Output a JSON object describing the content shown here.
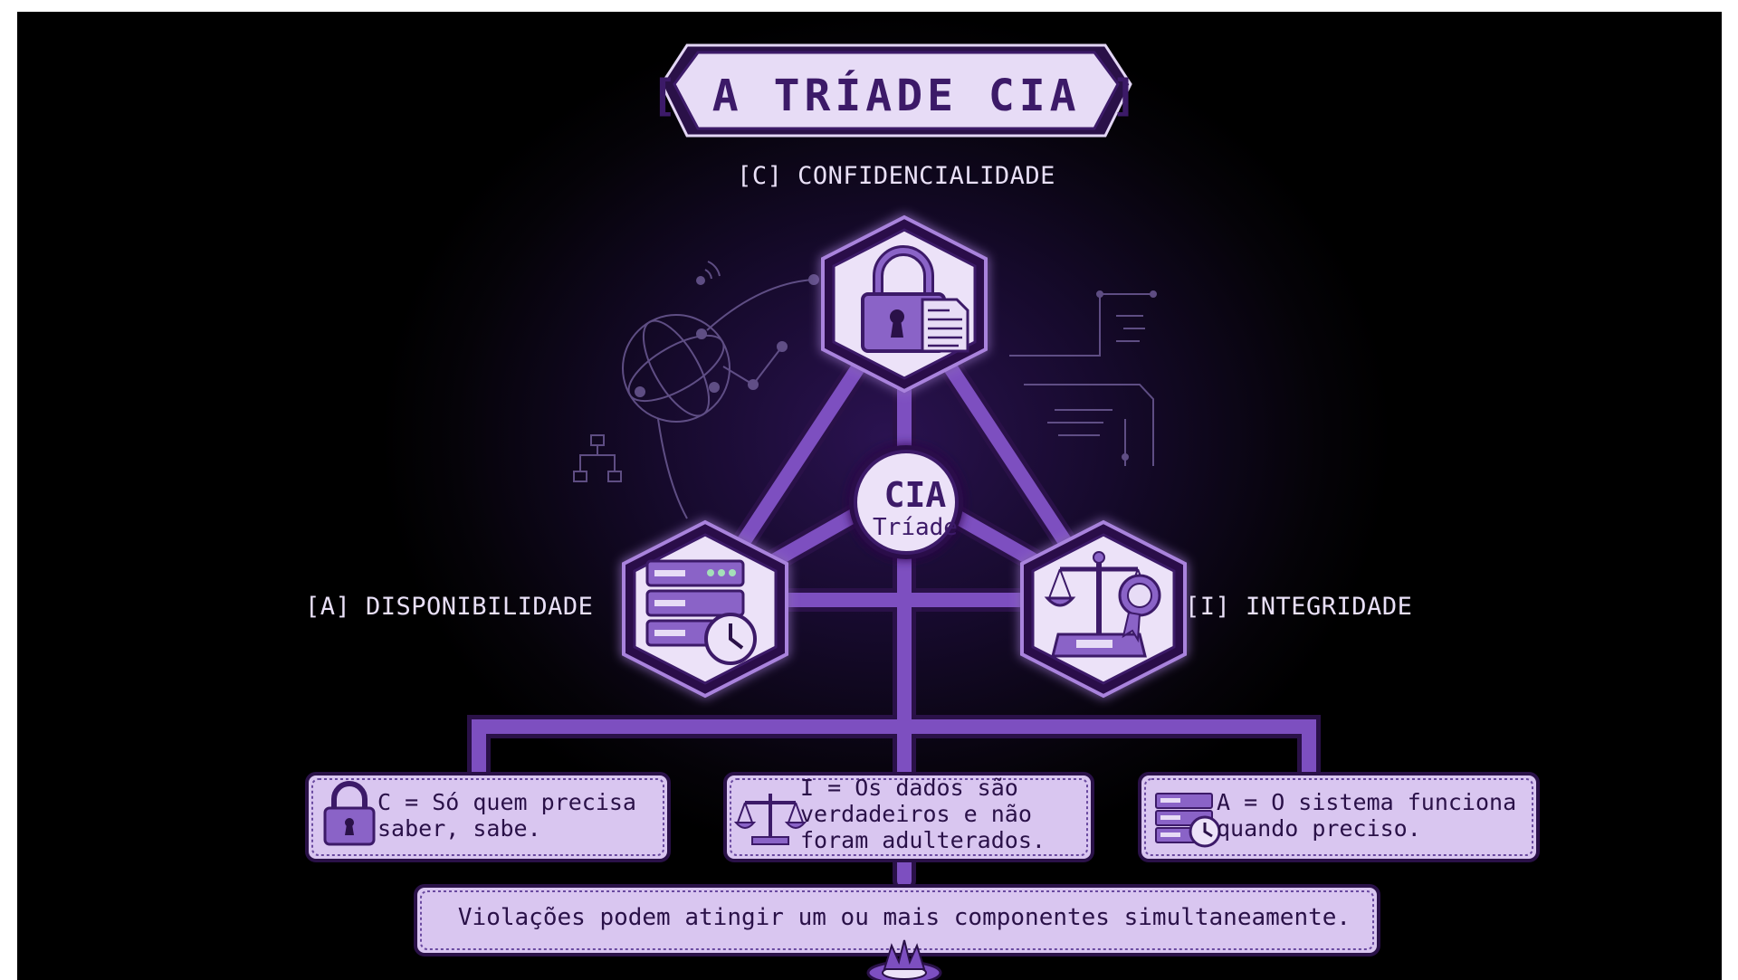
{
  "title": "[ A TRÍADE CIA ]",
  "nodes": {
    "confidentiality": {
      "label": "[C] CONFIDENCIALIDADE",
      "icon": "padlock-binary-icon"
    },
    "availability": {
      "label": "[A] DISPONIBILIDADE",
      "icon": "server-clock-icon"
    },
    "integrity": {
      "label": "[I] INTEGRIDADE",
      "icon": "scales-seal-icon"
    }
  },
  "center": {
    "title": "CIA",
    "subtitle": "Tríade"
  },
  "summaries": [
    {
      "text": "C = Só quem precisa saber, sabe.",
      "icon": "padlock-icon"
    },
    {
      "text": "I = Os dados são verdadeiros e não foram adulterados.",
      "icon": "scales-icon"
    },
    {
      "text": "A = O sistema funciona quando preciso.",
      "icon": "server-clock-icon"
    }
  ],
  "note": "Violações podem atingir um ou mais componentes simultaneamente.",
  "colors": {
    "background": "#000000",
    "glow": "#2a1250",
    "connector": "#7d4fc0",
    "node_fill": "#ece2f8",
    "node_border": "#3c1a68",
    "box_fill": "#d9c6f0",
    "text_light": "#e9e0f7",
    "text_dark": "#2a1148"
  }
}
